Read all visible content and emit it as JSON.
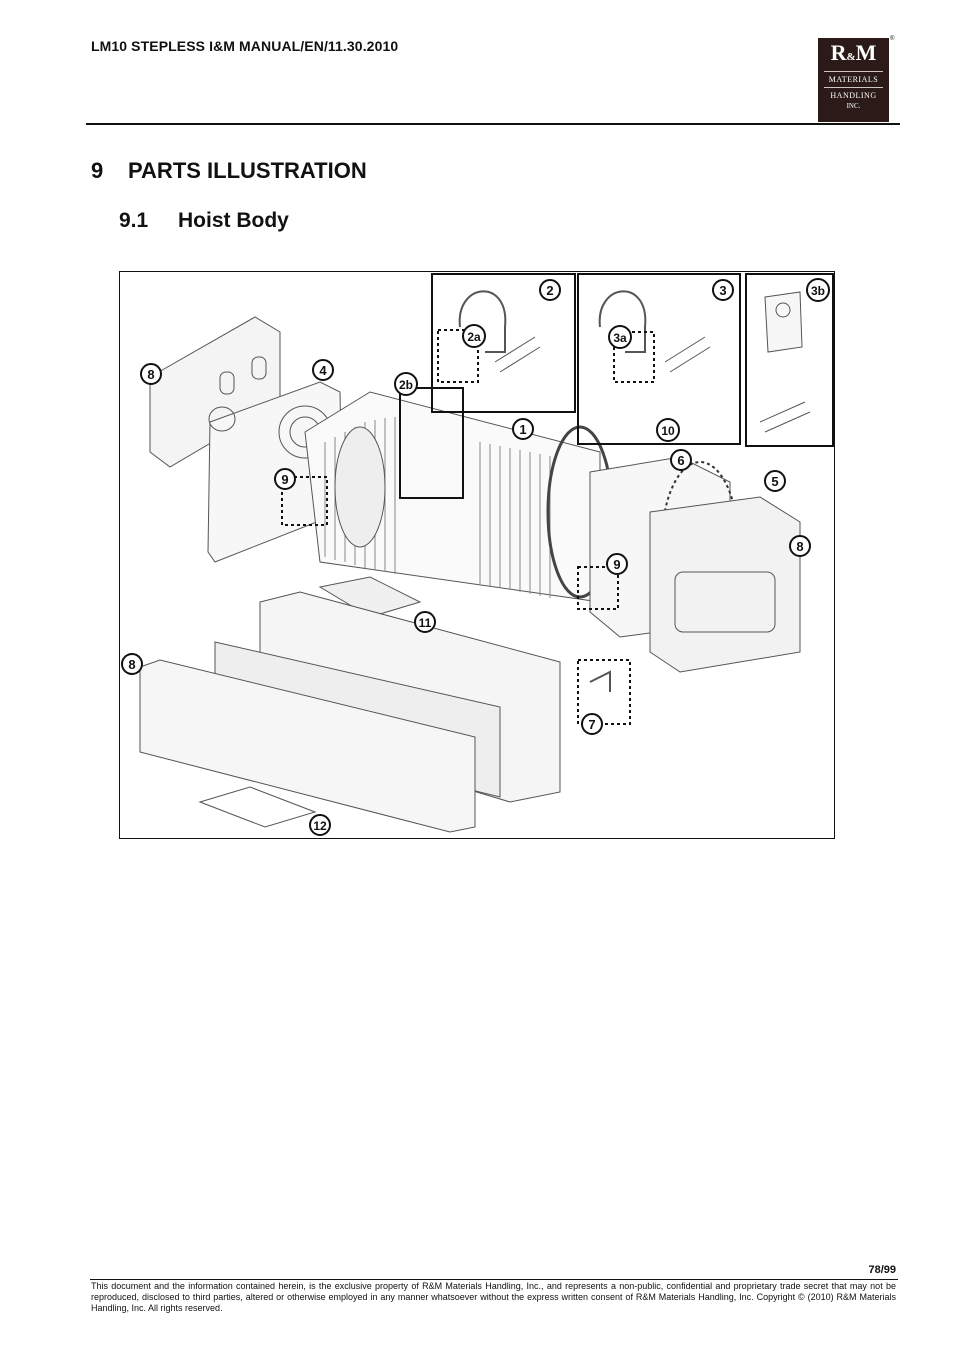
{
  "header": {
    "doc_id": "LM10 STEPLESS I&M MANUAL/EN/11.30.2010",
    "logo": {
      "mark_left": "R",
      "mark_amp": "&",
      "mark_right": "M",
      "line1": "MATERIALS",
      "line2": "HANDLING",
      "line3": "INC."
    },
    "registered": "®"
  },
  "section": {
    "number": "9",
    "title": "PARTS ILLUSTRATION"
  },
  "subsection": {
    "number": "9.1",
    "title": "Hoist Body"
  },
  "figure": {
    "callouts": [
      "1",
      "2",
      "2a",
      "2b",
      "3",
      "3a",
      "3b",
      "4",
      "5",
      "6",
      "7",
      "8",
      "8",
      "8",
      "9",
      "9",
      "10",
      "11",
      "12"
    ]
  },
  "page": {
    "number": "78/99"
  },
  "footer": {
    "text": "This document and the information contained herein, is the exclusive property of R&M Materials Handling, Inc., and represents a non-public, confidential and proprietary trade secret that may not be reproduced, disclosed to third parties, altered or otherwise employed in any manner whatsoever without the express written consent of R&M Materials Handling, Inc. Copyright © (2010) R&M Materials Handling, Inc.  All rights reserved."
  }
}
